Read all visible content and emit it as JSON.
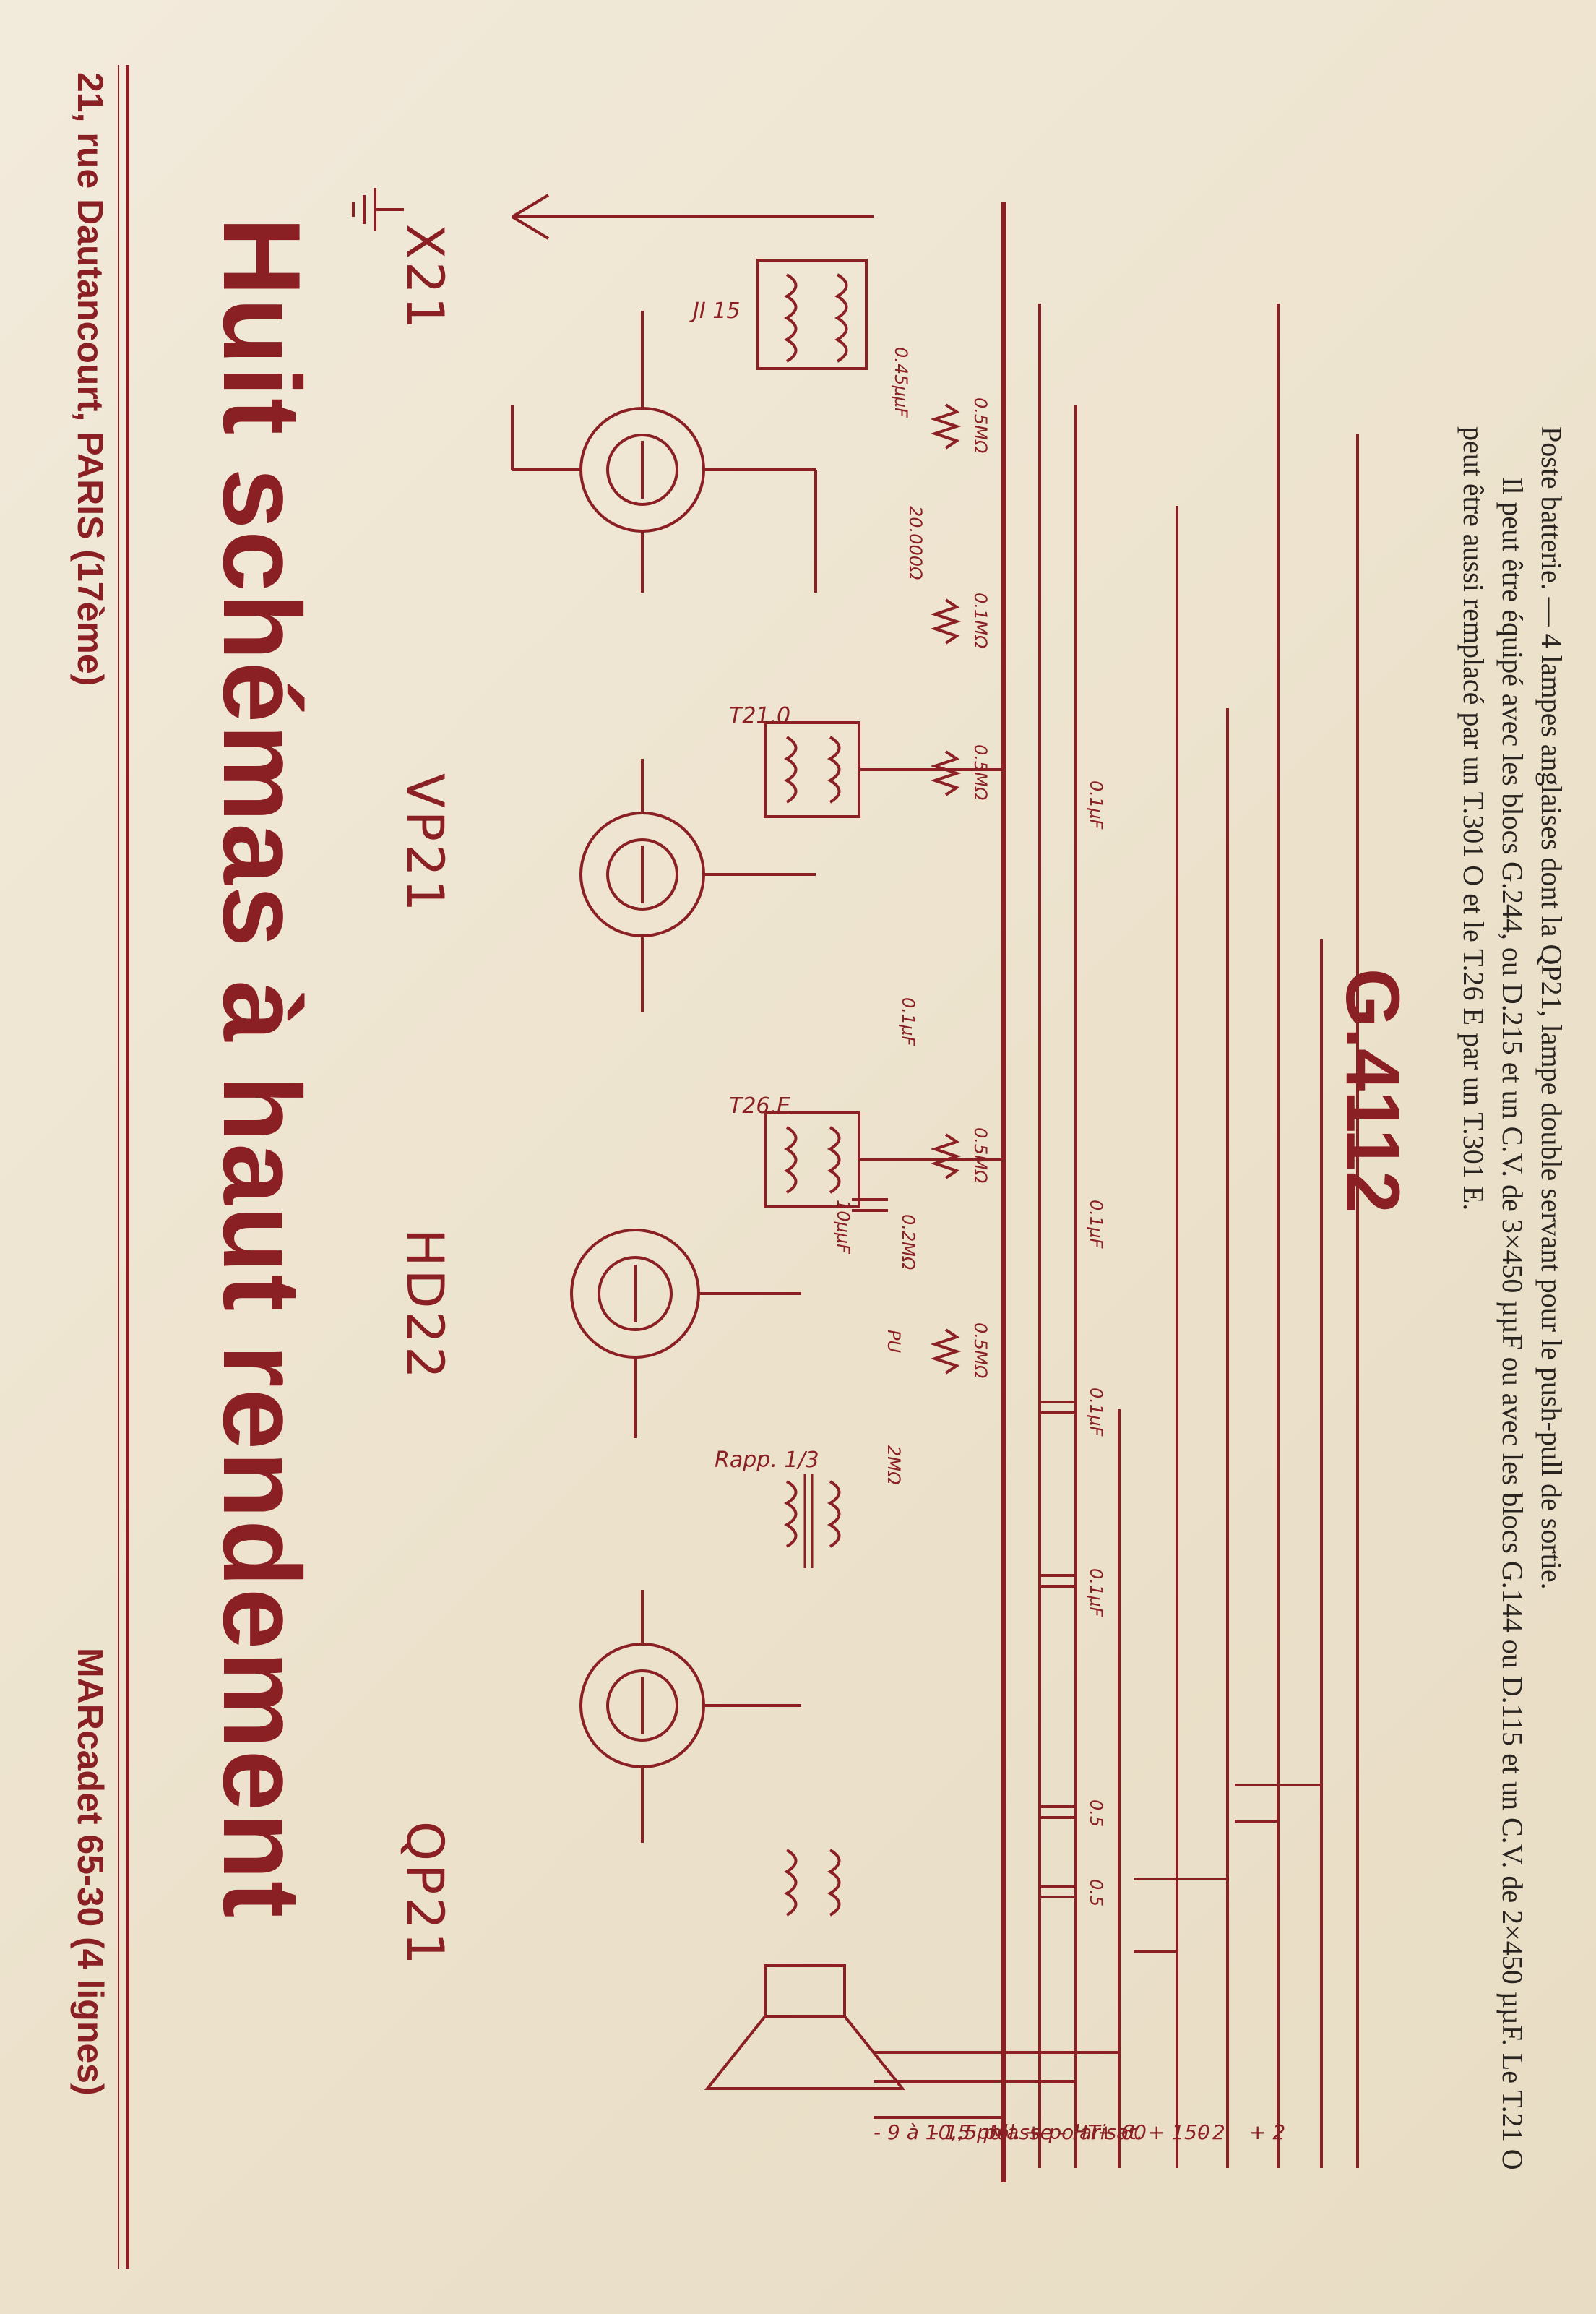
{
  "header": {
    "address": "21, rue Dautancourt, PARIS (17ème)",
    "phone": "MARcadet 65-30 (4 lignes)"
  },
  "title": "Huit schémas à haut rendement",
  "tubes": [
    "X21",
    "VP21",
    "HD22",
    "QP21"
  ],
  "model": "G.4112",
  "caption": {
    "lead": "Poste batterie. — 4 lampes anglaises dont la QP21, lampe double servant pour le push-pull de sortie.",
    "text": "Il peut être équipé avec les blocs G.244, ou D.215 et un C.V. de 3×450 µµF ou avec les blocs G.144 ou D.115 et un C.V. de 2×450 µµF. Le T.21 O peut être aussi remplacé par un T.301 O et le T.26 E par un T.301 E."
  },
  "supply_labels": [
    "- 9 à 10,5 pol.",
    "- 1,5 pol.",
    "Masse - HT",
    "+ polarisat.",
    "+ 60",
    "+ 150",
    "- 2",
    "+ 2"
  ],
  "component_labels": {
    "coil_in": "JI 15",
    "if1": "T21.0",
    "if2": "T26.E",
    "ratio": "Rapp. 1/3",
    "r1": "0.5MΩ",
    "r2": "0.1MΩ",
    "r3": "20.000Ω",
    "r4": "0.5MΩ",
    "r5": "0.5MΩ",
    "r6": "0.5MΩ",
    "c1": "0.45µµF",
    "c2": "0.1µF",
    "c3": "0.1µF",
    "c4": "0.1µF",
    "c5": "0.2MΩ",
    "c6": "10µµF",
    "c7": "0.1µF",
    "c8": "0.1µF",
    "c9": "0.5",
    "c10": "0.5",
    "pu": "PU",
    "l2": "2MΩ"
  },
  "colors": {
    "ink": "#8a1f24",
    "paper": "#efe6d3",
    "text": "#2a2420"
  }
}
